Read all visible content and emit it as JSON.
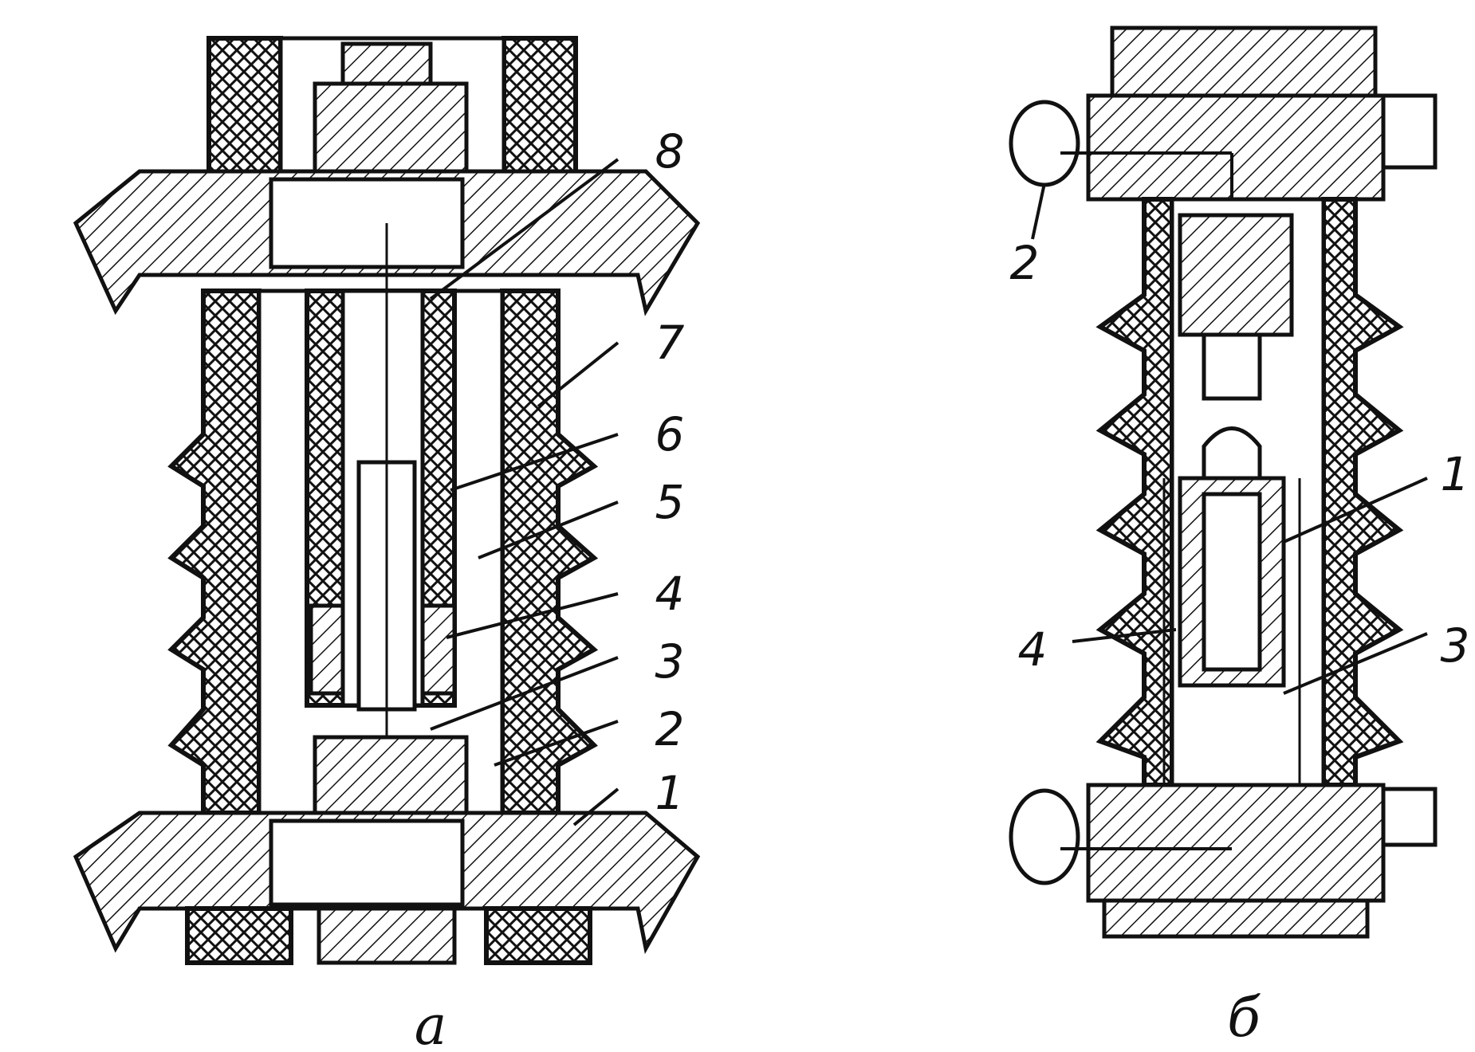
{
  "figure_a": {
    "caption": "а",
    "labels": [
      "8",
      "7",
      "6",
      "5",
      "4",
      "3",
      "2",
      "1"
    ]
  },
  "figure_b": {
    "caption": "б",
    "labels": {
      "left_top": "2",
      "left_bottom": "4",
      "right_top": "1",
      "right_bottom": "3"
    }
  },
  "colors": {
    "ink": "#111111",
    "paper": "#ffffff"
  }
}
